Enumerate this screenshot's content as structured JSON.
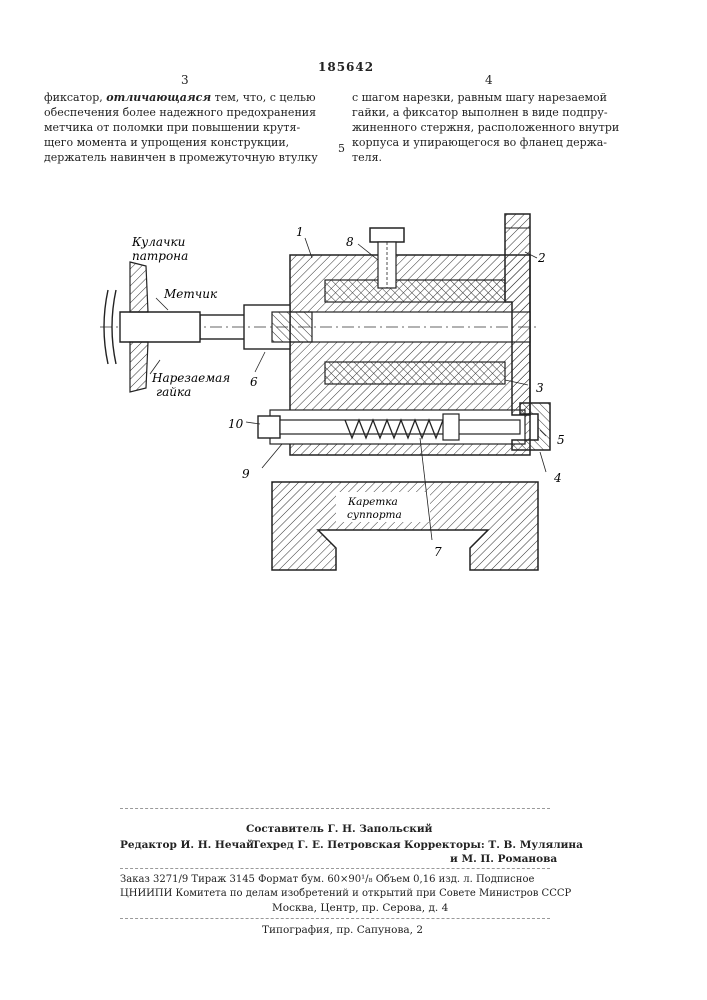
{
  "header": {
    "patent_number": "185642",
    "col_left": "3",
    "col_right": "4",
    "line_mark": "5"
  },
  "text": {
    "left_lines": [
      "фиксатор, ",
      "обеспечения более надежного предохранения",
      "метчика от поломки при повышении крутя-",
      "щего момента и упрощения конструкции,",
      "держатель навинчен в промежуточную втулку"
    ],
    "left_first_italic": "отличающаяся",
    "left_first_tail": " тем, что, с целью",
    "right_lines": [
      "с шагом нарезки, равным шагу нарезаемой",
      "гайки, а фиксатор выполнен в виде подпру-",
      "жиненного стержня, расположенного внутри",
      "корпуса и упирающегося во фланец держа-",
      "теля."
    ]
  },
  "figure": {
    "labels": {
      "chuck_jaws_1": "Кулачки",
      "chuck_jaws_2": "патрона",
      "tap": "Метчик",
      "nut_1": "Нарезаемая",
      "nut_2": "гайка",
      "carriage_1": "Каретка",
      "carriage_2": "суппорта"
    },
    "numbers": [
      "1",
      "2",
      "3",
      "4",
      "5",
      "6",
      "7",
      "8",
      "9",
      "10"
    ]
  },
  "colophon": {
    "compiler": "Составитель Г. Н. Запольский",
    "editor": "Редактор И. Н. Нечай",
    "techred": "Техред Г. Е. Петровская",
    "correctors_1": "Корректоры: Т. В. Мулялина",
    "correctors_2": "и М. П. Романова",
    "order_line": "Заказ 3271/9  Тираж 3145  Формат бум. 60×90¹/₈  Объем 0,16 изд. л.  Подписное",
    "institute_1": "ЦНИИПИ Комитета по делам изобретений и открытий при Совете Министров СССР",
    "institute_2": "Москва, Центр, пр. Серова, д. 4",
    "printing": "Типография, пр. Сапунова, 2"
  }
}
